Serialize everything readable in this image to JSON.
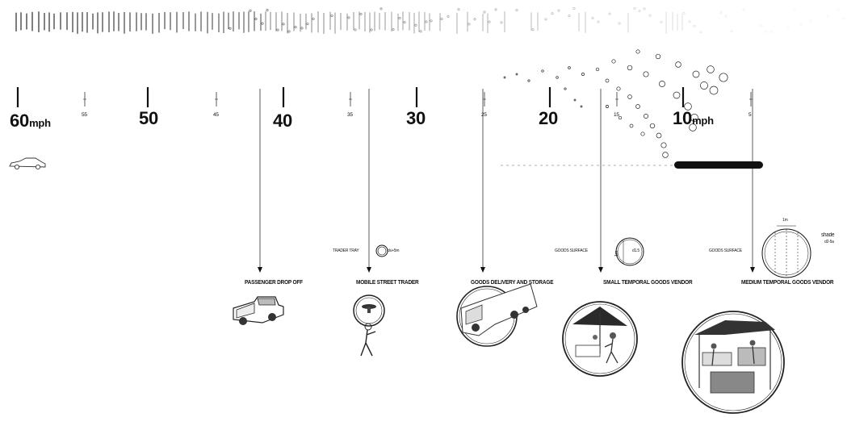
{
  "speed_scale": {
    "major": [
      {
        "value": "60",
        "unit": "mph"
      },
      {
        "value": "50"
      },
      {
        "value": "40"
      },
      {
        "value": "30"
      },
      {
        "value": "20"
      },
      {
        "value": "10",
        "unit": "mph"
      }
    ],
    "minor": [
      "55",
      "45",
      "35",
      "25",
      "15",
      "5"
    ]
  },
  "categories": [
    {
      "label": "PASSENGER DROP OFF",
      "icon": "pickup-truck-icon"
    },
    {
      "label": "MOBILE STREET TRADER",
      "icon": "street-trader-icon",
      "tag": "TRADER TRAY",
      "dim": "d≤+5m"
    },
    {
      "label": "GOODS DELIVERY AND STORAGE",
      "icon": "delivery-truck-icon"
    },
    {
      "label": "SMALL TEMPORAL GOODS VENDOR",
      "icon": "umbrella-vendor-icon",
      "tag": "GOODS SURFACE",
      "dim": "d1.5",
      "side_dim": "1m"
    },
    {
      "label": "MEDIUM TEMPORAL GOODS VENDOR",
      "icon": "market-stall-icon",
      "tag": "GOODS SURFACE",
      "top_dim": "1m",
      "shade": "shade",
      "shade_dim": "d2-5a"
    }
  ],
  "car_icon": "car-icon",
  "colors": {
    "ink": "#111111",
    "grey": "#777777",
    "background": "#ffffff"
  }
}
